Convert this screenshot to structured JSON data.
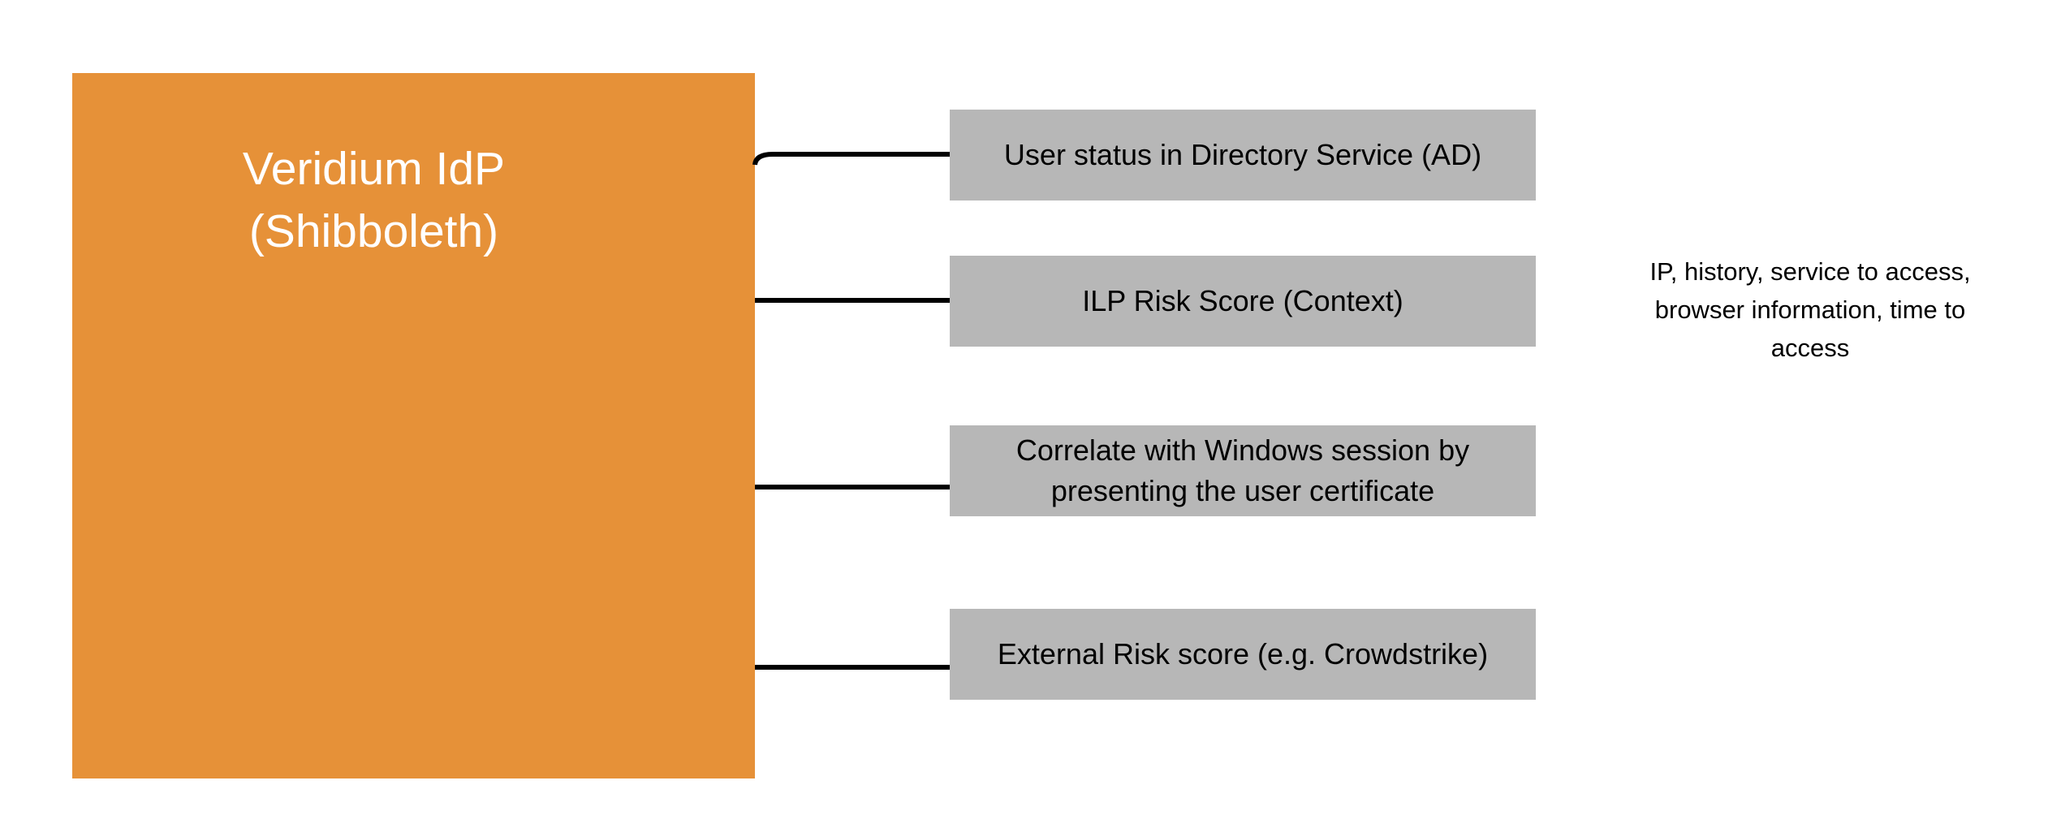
{
  "colors": {
    "main_box_fill": "#E69138",
    "main_box_text": "#FFFFFF",
    "attribute_box_fill": "#B7B7B7",
    "attribute_box_text": "#000000",
    "connector": "#000000"
  },
  "main_box": {
    "label": "Veridium IdP (Shibboleth)",
    "label_lines": [
      "Veridium IdP",
      "(Shibboleth)"
    ]
  },
  "attribute_boxes": [
    {
      "label": "User status in Directory Service (AD)"
    },
    {
      "label": "ILP Risk Score (Context)"
    },
    {
      "label": "Correlate with Windows session by presenting the user certificate"
    },
    {
      "label": "External Risk score (e.g. Crowdstrike)"
    }
  ],
  "annotation": {
    "lines": [
      "IP, history, service to access,",
      "browser information, time to",
      "access"
    ]
  }
}
